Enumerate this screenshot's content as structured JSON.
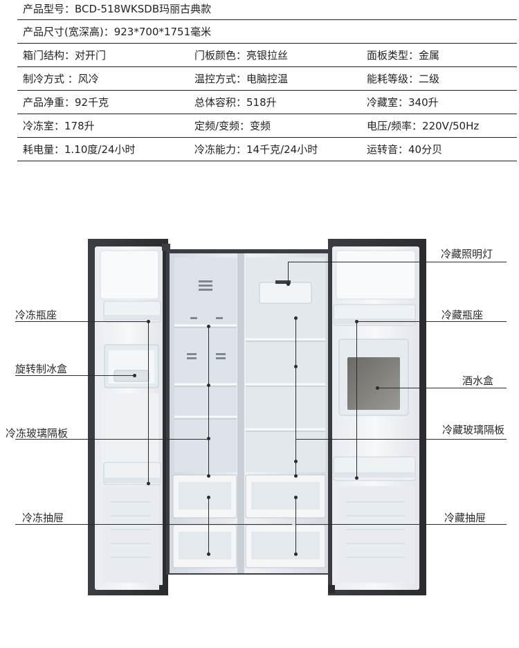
{
  "spec": {
    "model": "产品型号：BCD-518WKSDB玛丽古典款",
    "size": "产品尺寸(宽深高)：923*700*1751毫米",
    "rows": [
      [
        "箱门结构：对开门",
        "门板颜色：亮银拉丝",
        "面板类型：金属"
      ],
      [
        "制冷方式 ：风冷",
        "温控方式：电脑控温",
        "能耗等级：二级"
      ],
      [
        "产品净重：92千克",
        "总体容积：518升",
        "冷藏室：340升"
      ],
      [
        "冷冻室：178升",
        "定频/变频：变频",
        "电压/频率：220V/50Hz"
      ],
      [
        "耗电量：1.10度/24小时",
        "冷冻能力：14千克/24小时",
        "运转音：40分贝"
      ]
    ]
  },
  "labels": {
    "freezer_bottle_seat": "冷冻瓶座",
    "rotating_ice_box": "旋转制冰盒",
    "freezer_glass_shelf": "冷冻玻璃隔板",
    "freezer_drawer": "冷冻抽屉",
    "fridge_light": "冷藏照明灯",
    "fridge_bottle_seat": "冷藏瓶座",
    "wine_box": "酒水盒",
    "fridge_glass_shelf": "冷藏玻璃隔板",
    "fridge_drawer": "冷藏抽屉"
  }
}
